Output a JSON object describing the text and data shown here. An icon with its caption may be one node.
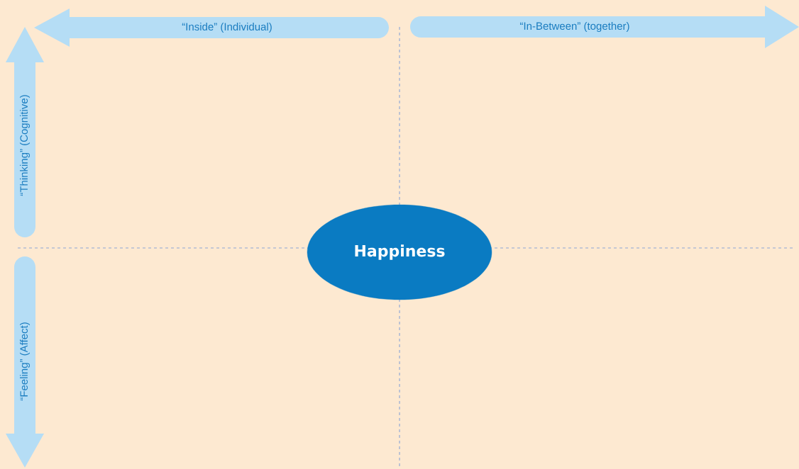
{
  "diagram": {
    "nodes": [
      {
        "text": [
          "“Inside” (Individual)"
        ]
      },
      {
        "text": [
          "“In-Between” (together)"
        ]
      },
      {
        "text": [
          "“Thinking” (Cognitive)"
        ]
      },
      {
        "text": [
          "Happiness"
        ]
      },
      {
        "text": [
          "“Feeling” (Affect)"
        ]
      }
    ]
  }
}
